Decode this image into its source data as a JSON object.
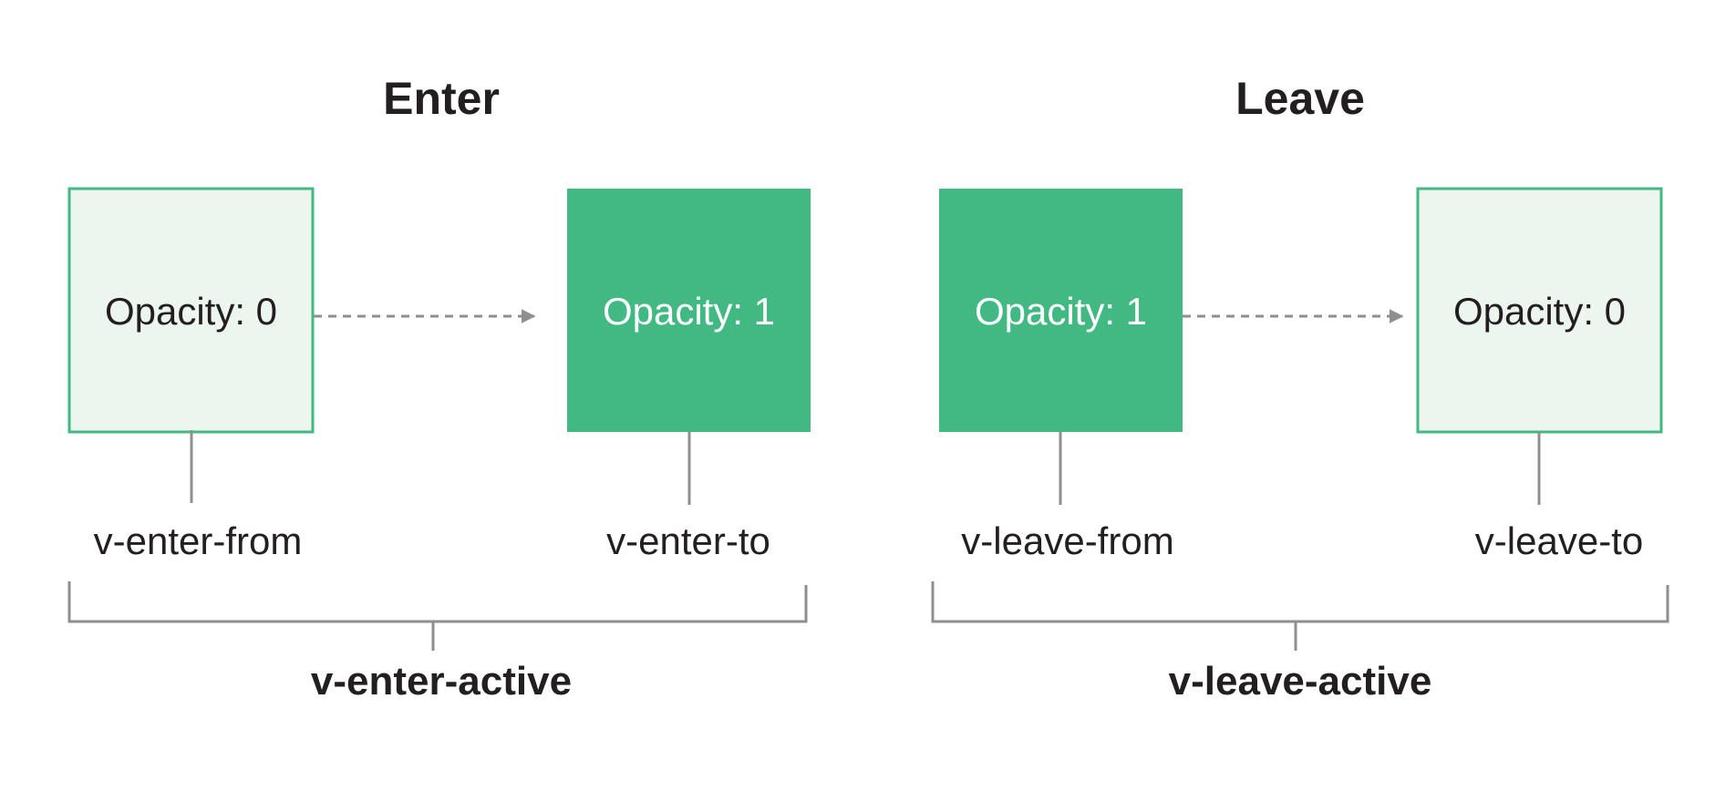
{
  "colors": {
    "green": "#42b883",
    "light_green_fill": "#ecf6ee",
    "line_gray": "#8f8f8f",
    "text_dark": "#231f20",
    "text_light": "#ffffff"
  },
  "enter": {
    "title": "Enter",
    "from_box": {
      "label": "Opacity: 0",
      "style": "outlined-light"
    },
    "to_box": {
      "label": "Opacity: 1",
      "style": "solid-green"
    },
    "from_class": "v-enter-from",
    "to_class": "v-enter-to",
    "active_class": "v-enter-active"
  },
  "leave": {
    "title": "Leave",
    "from_box": {
      "label": "Opacity: 1",
      "style": "solid-green"
    },
    "to_box": {
      "label": "Opacity: 0",
      "style": "outlined-light"
    },
    "from_class": "v-leave-from",
    "to_class": "v-leave-to",
    "active_class": "v-leave-active"
  }
}
